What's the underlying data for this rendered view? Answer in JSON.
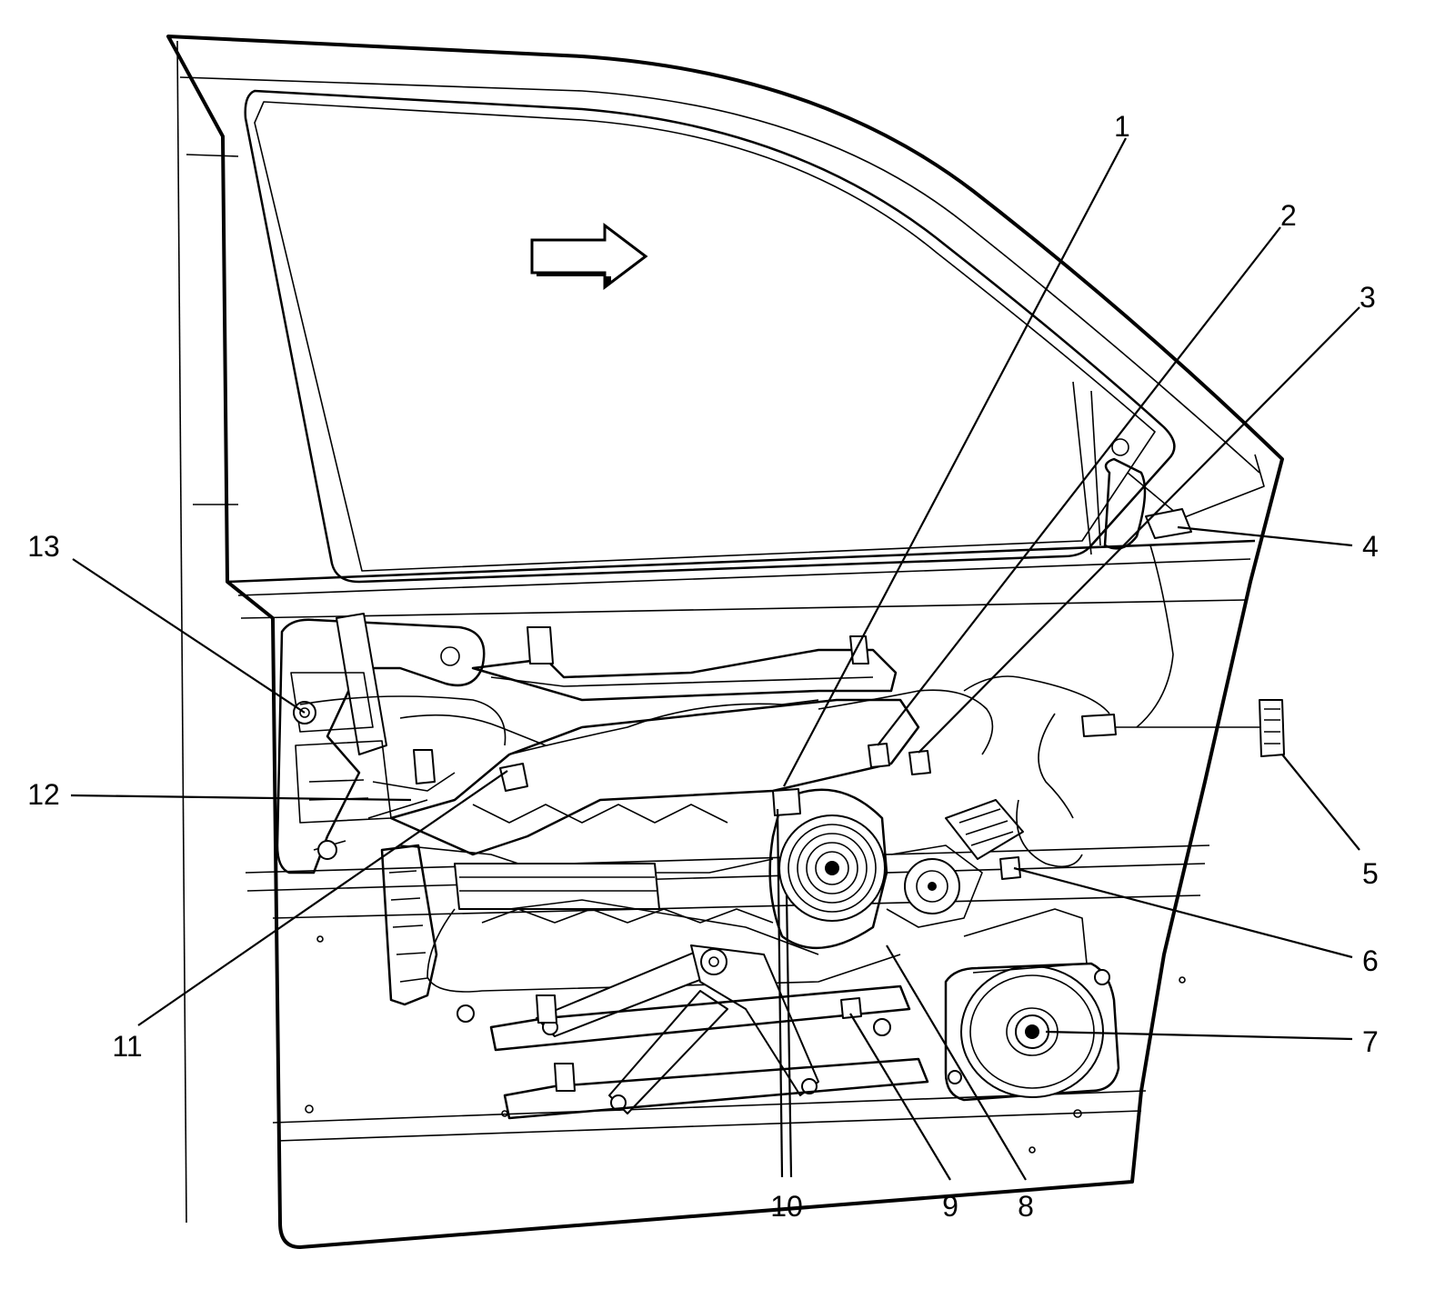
{
  "diagram": {
    "callouts": [
      {
        "id": "1",
        "label": "1"
      },
      {
        "id": "2",
        "label": "2"
      },
      {
        "id": "3",
        "label": "3"
      },
      {
        "id": "4",
        "label": "4"
      },
      {
        "id": "5",
        "label": "5"
      },
      {
        "id": "6",
        "label": "6"
      },
      {
        "id": "7",
        "label": "7"
      },
      {
        "id": "8",
        "label": "8"
      },
      {
        "id": "9",
        "label": "9"
      },
      {
        "id": "10",
        "label": "10"
      },
      {
        "id": "11",
        "label": "11"
      },
      {
        "id": "12",
        "label": "12"
      },
      {
        "id": "13",
        "label": "13"
      }
    ],
    "direction_arrow": "right-arrow-icon"
  }
}
